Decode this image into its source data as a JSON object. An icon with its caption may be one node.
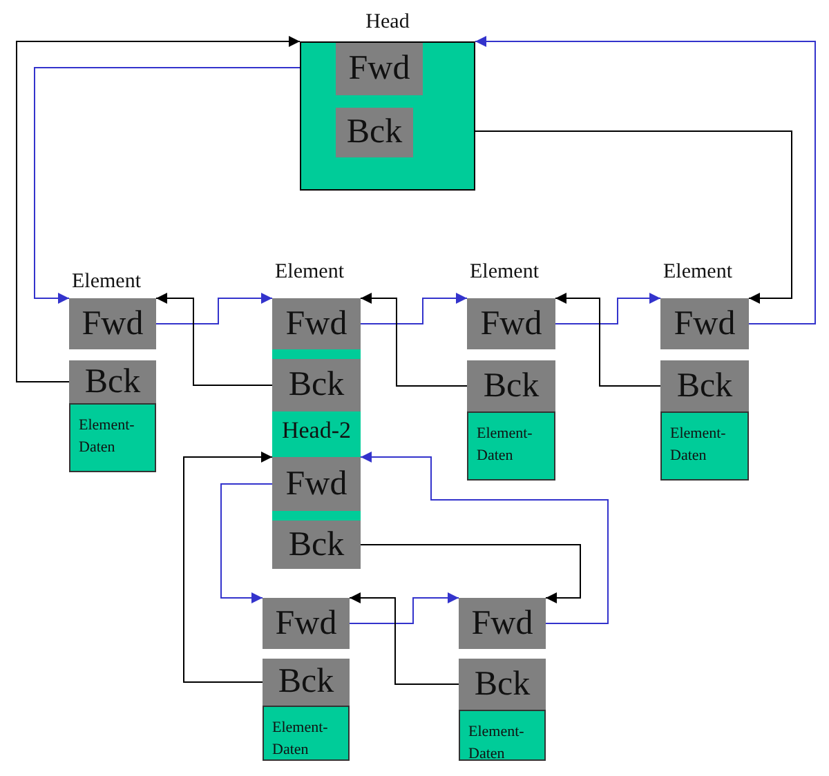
{
  "diagram": {
    "nodes": [
      {
        "text": [
          "Head"
        ]
      },
      {
        "text": [
          "Fwd"
        ],
        "in": 0
      },
      {
        "text": [
          "Bck"
        ],
        "in": 0
      },
      {
        "text": [
          "Fwd"
        ]
      },
      {
        "text": [
          "Bck"
        ]
      },
      {
        "text": [
          "Element-Daten"
        ]
      },
      {
        "text": [],
        "shape": "box"
      },
      {
        "text": [
          "Fwd"
        ],
        "in": 6
      },
      {
        "text": [
          "Bck"
        ],
        "in": 6
      },
      {
        "text": [
          "Head-2"
        ],
        "in": 6
      },
      {
        "text": [
          "Fwd"
        ],
        "in": 9
      },
      {
        "text": [
          "Bck"
        ],
        "in": 9
      },
      {
        "text": [
          "Fwd"
        ]
      },
      {
        "text": [
          "Bck"
        ]
      },
      {
        "text": [
          "Element-Daten"
        ]
      },
      {
        "text": [
          "Fwd"
        ]
      },
      {
        "text": [
          "Bck"
        ]
      },
      {
        "text": [
          "Element-Daten"
        ]
      },
      {
        "text": [
          "Fwd"
        ]
      },
      {
        "text": [
          "Bck"
        ]
      },
      {
        "text": [
          "Element-Daten"
        ]
      },
      {
        "text": [
          "Fwd"
        ]
      },
      {
        "text": [
          "Bck"
        ]
      },
      {
        "text": [
          "Element-Daten"
        ]
      }
    ],
    "edges": [
      {
        "from": 1,
        "to": 3,
        "arrow": "to"
      },
      {
        "from": 2,
        "to": 15,
        "arrow": "to",
        "color": "#000000"
      },
      {
        "from": 15,
        "to": 0,
        "arrow": "to"
      },
      {
        "from": 4,
        "to": 0,
        "arrow": "to",
        "color": "#000000"
      },
      {
        "from": 3,
        "to": 7,
        "arrow": "to"
      },
      {
        "from": 8,
        "to": 3,
        "arrow": "to",
        "color": "#000000"
      },
      {
        "from": 7,
        "to": 12,
        "arrow": "to"
      },
      {
        "from": 13,
        "to": 7,
        "arrow": "to",
        "color": "#000000"
      },
      {
        "from": 12,
        "to": 15,
        "arrow": "to"
      },
      {
        "from": 16,
        "to": 12,
        "arrow": "to",
        "color": "#000000"
      },
      {
        "from": 10,
        "to": 18,
        "arrow": "to"
      },
      {
        "from": 11,
        "to": 21,
        "arrow": "to",
        "color": "#000000"
      },
      {
        "from": 21,
        "to": 10,
        "arrow": "to"
      },
      {
        "from": 18,
        "to": 21,
        "arrow": "to"
      },
      {
        "from": 22,
        "to": 18,
        "arrow": "to",
        "color": "#000000"
      },
      {
        "from": 19,
        "to": 10,
        "arrow": "to",
        "color": "#000000"
      }
    ],
    "labels": [
      "Element",
      "Element",
      "Element",
      "Element"
    ]
  }
}
